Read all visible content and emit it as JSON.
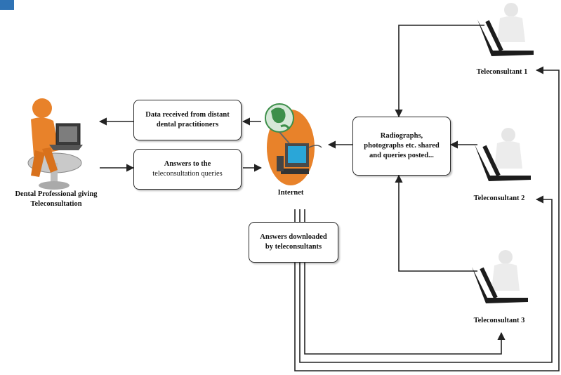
{
  "nodes": {
    "data_received": {
      "line1": "Data received from distant",
      "line2": "dental practitioners"
    },
    "answers_to": {
      "line1": "Answers to the",
      "line2": "teleconsultation queries"
    },
    "shared": {
      "line1": "Radiographs,",
      "line2": "photographs etc. shared",
      "line3": "and queries posted..."
    },
    "downloaded": {
      "line1": "Answers downloaded",
      "line2": "by teleconsultants"
    }
  },
  "labels": {
    "dental_professional": {
      "line1": "Dental Professional giving",
      "line2": "Teleconsultation"
    },
    "internet": "Internet",
    "teleconsultant_1": "Teleconsultant 1",
    "teleconsultant_2": "Teleconsultant 2",
    "teleconsultant_3": "Teleconsultant 3"
  },
  "colors": {
    "person_orange": "#e8822a",
    "globe_green": "#3d8f4a",
    "monitor_blue": "#2aa6d8",
    "line": "#222222",
    "accent_blue": "#2f73b5"
  },
  "icons": [
    "dental-professional-icon",
    "internet-computer-icon",
    "laptop-user-icon"
  ]
}
